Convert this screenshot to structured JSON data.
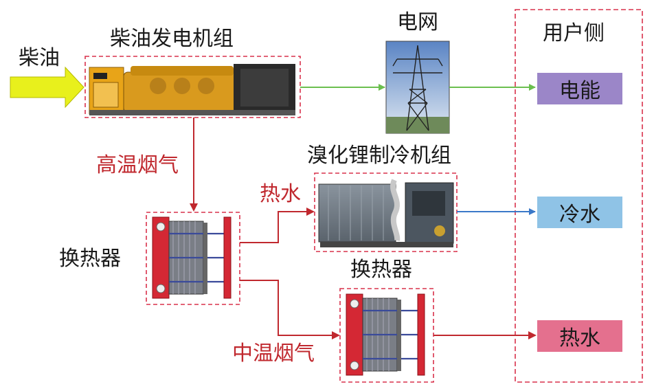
{
  "labels": {
    "diesel": "柴油",
    "genset": "柴油发电机组",
    "grid": "电网",
    "user_side": "用户侧",
    "high_temp_flue": "高温烟气",
    "hot_water_label": "热水",
    "chiller": "溴化锂制冷机组",
    "heat_exchanger_1": "换热器",
    "heat_exchanger_2": "换热器",
    "mid_temp_flue": "中温烟气"
  },
  "outputs": [
    {
      "label": "电能",
      "color": "#9b86c8"
    },
    {
      "label": "冷水",
      "color": "#8fc3e6"
    },
    {
      "label": "热水",
      "color": "#e4708e"
    }
  ],
  "colors": {
    "dashed_box": "#d9304a",
    "green_line": "#6bbf4e",
    "blue_line": "#3a78c8",
    "red_line": "#c0282e",
    "diesel_arrow": "#e8f01c"
  },
  "icons": {
    "genset": "diesel-generator-icon",
    "grid": "power-tower-icon",
    "chiller": "absorption-chiller-icon",
    "heat_exchanger": "plate-heat-exchanger-icon"
  }
}
